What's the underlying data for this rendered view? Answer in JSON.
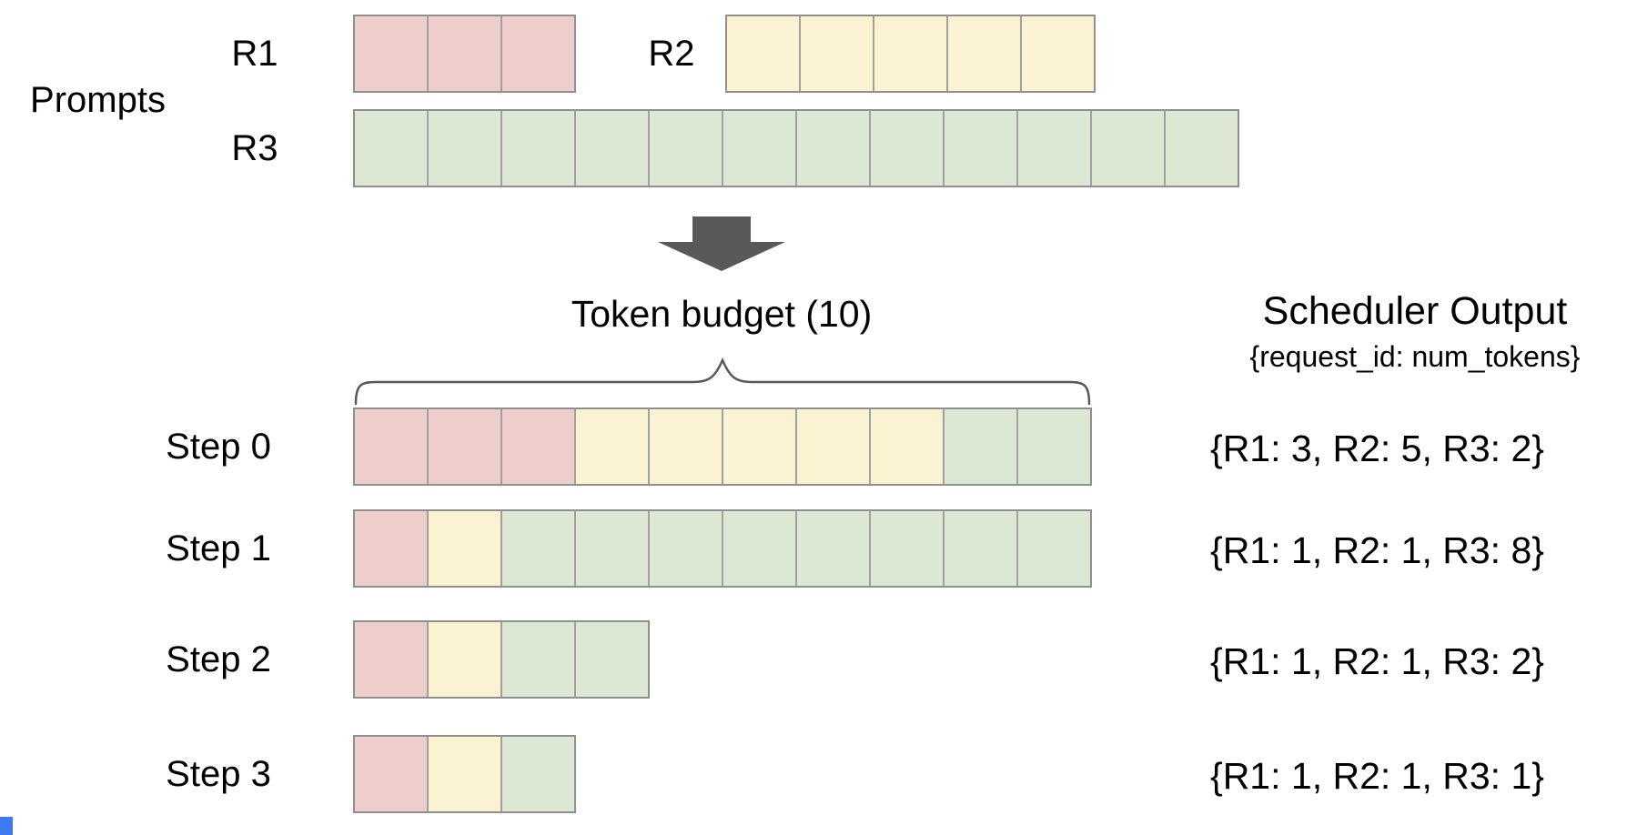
{
  "palette": {
    "r1_fill": "#eececb",
    "r2_fill": "#fbf2d1",
    "r3_fill": "#dde8d4",
    "cell_outer_border": "#8f8f8f",
    "cell_divider": "#a0a0a0",
    "arrow_fill": "#595959",
    "brace_stroke": "#595959",
    "text_color": "#000000",
    "corner_marker": "#3e7bf0"
  },
  "prompts_section": {
    "label": "Prompts",
    "rows": [
      {
        "id": "R1",
        "label": "R1",
        "segments": [
          {
            "request": "r1",
            "tokens": 3
          }
        ]
      },
      {
        "id": "R2",
        "label": "R2",
        "segments": [
          {
            "request": "r2",
            "tokens": 5
          }
        ]
      },
      {
        "id": "R3",
        "label": "R3",
        "segments": [
          {
            "request": "r3",
            "tokens": 12
          }
        ]
      }
    ]
  },
  "token_budget": {
    "label": "Token budget (10)",
    "budget": 10
  },
  "scheduler": {
    "title": "Scheduler Output",
    "subtitle": "{request_id: num_tokens}"
  },
  "steps": [
    {
      "label": "Step 0",
      "segments": [
        {
          "request": "r1",
          "tokens": 3
        },
        {
          "request": "r2",
          "tokens": 5
        },
        {
          "request": "r3",
          "tokens": 2
        }
      ],
      "output": "{R1: 3, R2: 5, R3: 2}"
    },
    {
      "label": "Step 1",
      "segments": [
        {
          "request": "r1",
          "tokens": 1
        },
        {
          "request": "r2",
          "tokens": 1
        },
        {
          "request": "r3",
          "tokens": 8
        }
      ],
      "output": "{R1: 1, R2: 1, R3: 8}"
    },
    {
      "label": "Step 2",
      "segments": [
        {
          "request": "r1",
          "tokens": 1
        },
        {
          "request": "r2",
          "tokens": 1
        },
        {
          "request": "r3",
          "tokens": 2
        }
      ],
      "output": "{R1: 1, R2: 1, R3: 2}"
    },
    {
      "label": "Step 3",
      "segments": [
        {
          "request": "r1",
          "tokens": 1
        },
        {
          "request": "r2",
          "tokens": 1
        },
        {
          "request": "r3",
          "tokens": 1
        }
      ],
      "output": "{R1: 1, R2: 1, R3: 1}"
    }
  ]
}
